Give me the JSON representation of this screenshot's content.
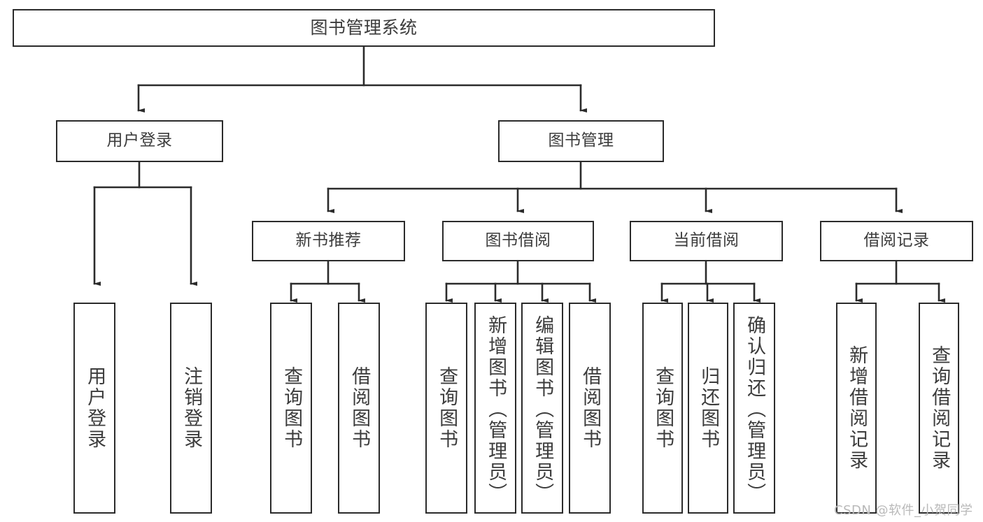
{
  "diagram": {
    "type": "tree",
    "title": "图书管理系统",
    "watermark": "CSDN @软件_小贺同学",
    "colors": {
      "box_border": "#2b2b2b",
      "box_fill": "#ffffff",
      "text": "#3c3c3c",
      "connector": "#2b2b2b",
      "watermark": "#b9b9b9",
      "background": "#ffffff"
    },
    "root": {
      "id": "root",
      "label": "图书管理系统"
    },
    "level2": [
      {
        "id": "user-login",
        "label": "用户登录"
      },
      {
        "id": "book-manage",
        "label": "图书管理"
      }
    ],
    "level3": [
      {
        "id": "new-book-recommend",
        "label": "新书推荐"
      },
      {
        "id": "book-borrow",
        "label": "图书借阅"
      },
      {
        "id": "current-borrow",
        "label": "当前借阅"
      },
      {
        "id": "borrow-record",
        "label": "借阅记录"
      }
    ],
    "leaves": {
      "user_login": [
        {
          "id": "leaf-user-login",
          "label": "用户登录"
        },
        {
          "id": "leaf-logout",
          "label": "注销登录"
        }
      ],
      "new_book_recommend": [
        {
          "id": "leaf-query-book-1",
          "label": "查询图书"
        },
        {
          "id": "leaf-borrow-book-1",
          "label": "借阅图书"
        }
      ],
      "book_borrow": [
        {
          "id": "leaf-query-book-2",
          "label": "查询图书"
        },
        {
          "id": "leaf-add-book",
          "label": "新增图书（管理员）"
        },
        {
          "id": "leaf-edit-book",
          "label": "编辑图书（管理员）"
        },
        {
          "id": "leaf-borrow-book-2",
          "label": "借阅图书"
        }
      ],
      "current_borrow": [
        {
          "id": "leaf-query-book-3",
          "label": "查询图书"
        },
        {
          "id": "leaf-return-book",
          "label": "归还图书"
        },
        {
          "id": "leaf-confirm-return",
          "label": "确认归还（管理员）"
        }
      ],
      "borrow_record": [
        {
          "id": "leaf-add-record",
          "label": "新增借阅记录"
        },
        {
          "id": "leaf-query-record",
          "label": "查询借阅记录"
        }
      ]
    }
  }
}
